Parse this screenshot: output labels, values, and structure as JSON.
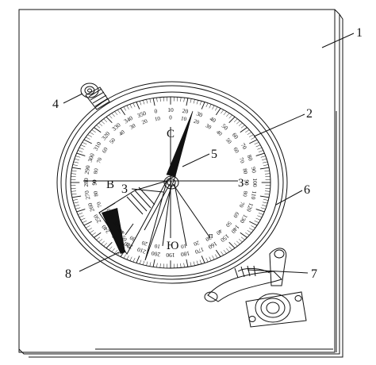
{
  "callouts": [
    {
      "id": "1",
      "text": "1"
    },
    {
      "id": "2",
      "text": "2"
    },
    {
      "id": "3",
      "text": "3"
    },
    {
      "id": "4",
      "text": "4"
    },
    {
      "id": "5",
      "text": "5"
    },
    {
      "id": "6",
      "text": "6"
    },
    {
      "id": "7",
      "text": "7"
    },
    {
      "id": "8",
      "text": "8"
    }
  ],
  "cardinals": {
    "north": "С",
    "south": "Ю",
    "east": "З",
    "west": "В",
    "small": "п"
  },
  "outer_scale": {
    "step_deg": 10,
    "labels": [
      "0",
      "10",
      "20",
      "30",
      "40",
      "50",
      "60",
      "70",
      "80",
      "90",
      "100",
      "110",
      "120",
      "130",
      "140",
      "150",
      "160",
      "170",
      "180",
      "190",
      "200",
      "210",
      "220",
      "230",
      "240",
      "250",
      "260",
      "270",
      "280",
      "290",
      "300",
      "310",
      "320",
      "330",
      "340",
      "350"
    ]
  },
  "inner_scale": {
    "labels": [
      "0",
      "10",
      "20",
      "30",
      "40",
      "50",
      "60",
      "70",
      "80",
      "90"
    ]
  },
  "clinometer_labels": [
    "10",
    "20",
    "30",
    "40",
    "50",
    "60"
  ],
  "colors": {
    "ink": "#111111",
    "paper": "#ffffff"
  }
}
